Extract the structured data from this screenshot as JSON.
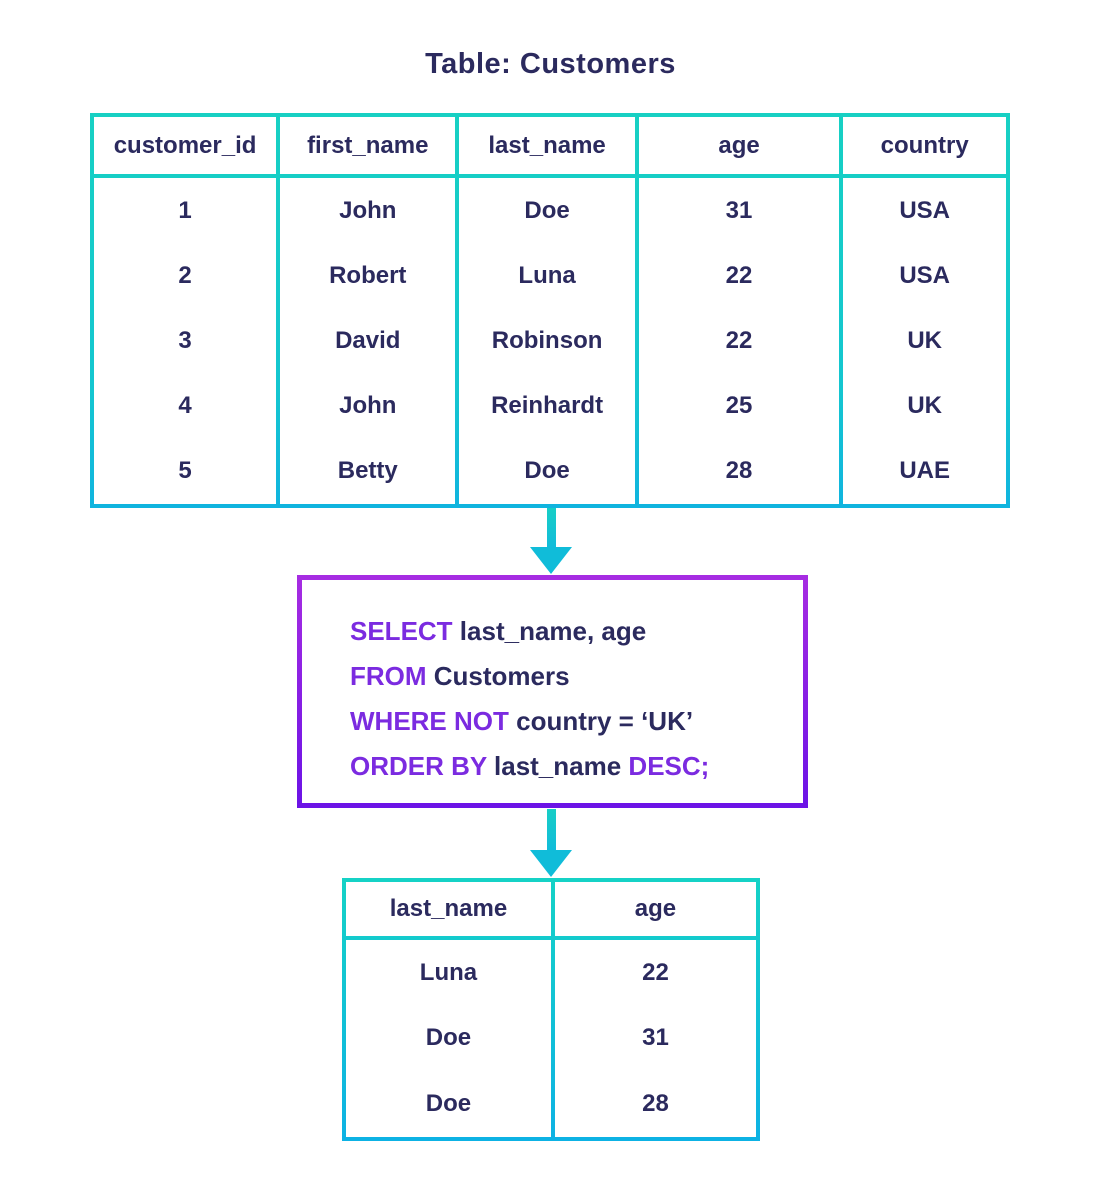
{
  "title": {
    "text": "Table: Customers"
  },
  "source_table": {
    "label": "Customers",
    "columns": [
      "customer_id",
      "first_name",
      "last_name",
      "age",
      "country"
    ],
    "rows": [
      [
        "1",
        "John",
        "Doe",
        "31",
        "USA"
      ],
      [
        "2",
        "Robert",
        "Luna",
        "22",
        "USA"
      ],
      [
        "3",
        "David",
        "Robinson",
        "22",
        "UK"
      ],
      [
        "4",
        "John",
        "Reinhardt",
        "25",
        "UK"
      ],
      [
        "5",
        "Betty",
        "Doe",
        "28",
        "UAE"
      ]
    ]
  },
  "query": {
    "lines": [
      [
        {
          "text": "SELECT",
          "keyword": true
        },
        {
          "text": " last_name, age",
          "keyword": false
        }
      ],
      [
        {
          "text": "FROM",
          "keyword": true
        },
        {
          "text": " Customers",
          "keyword": false
        }
      ],
      [
        {
          "text": "WHERE NOT",
          "keyword": true
        },
        {
          "text": " country = ‘UK’",
          "keyword": false
        }
      ],
      [
        {
          "text": "ORDER BY",
          "keyword": true
        },
        {
          "text": " last_name ",
          "keyword": false
        },
        {
          "text": "DESC;",
          "keyword": true
        }
      ]
    ]
  },
  "result_table": {
    "columns": [
      "last_name",
      "age"
    ],
    "rows": [
      [
        "Luna",
        "22"
      ],
      [
        "Doe",
        "31"
      ],
      [
        "Doe",
        "28"
      ]
    ]
  },
  "icons": {
    "arrow_1": "down-arrow",
    "arrow_2": "down-arrow"
  },
  "colors": {
    "text_navy": "#2b2a5e",
    "keyword_purple": "#7b2be0",
    "border_teal": "#17d0c3",
    "border_cyan": "#0db2e4",
    "query_border_top": "#a62ce2",
    "query_border_bottom": "#6c13e6",
    "background": "#ffffff"
  }
}
